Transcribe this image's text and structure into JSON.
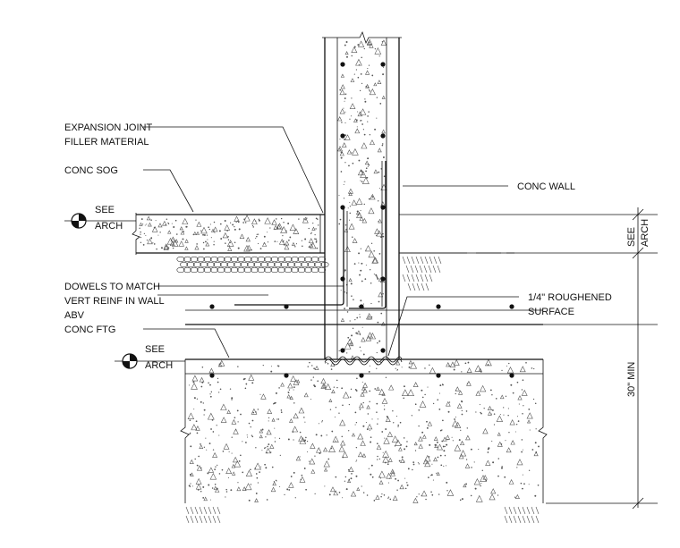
{
  "labels": {
    "expansion_joint_1": "EXPANSION JOINT",
    "expansion_joint_2": "FILLER MATERIAL",
    "conc_sog": "CONC SOG",
    "see_1": "SEE",
    "arch_1": "ARCH",
    "conc_wall": "CONC WALL",
    "dowels_1": "DOWELS TO MATCH",
    "dowels_2": "VERT REINF IN WALL",
    "dowels_3": "ABV",
    "roughened_1": "1/4\" ROUGHENED",
    "roughened_2": "SURFACE",
    "conc_ftg": "CONC FTG",
    "see_2": "SEE",
    "arch_2": "ARCH",
    "dim_see": "SEE",
    "dim_arch": "ARCH",
    "dim_min": "30\" MIN"
  }
}
